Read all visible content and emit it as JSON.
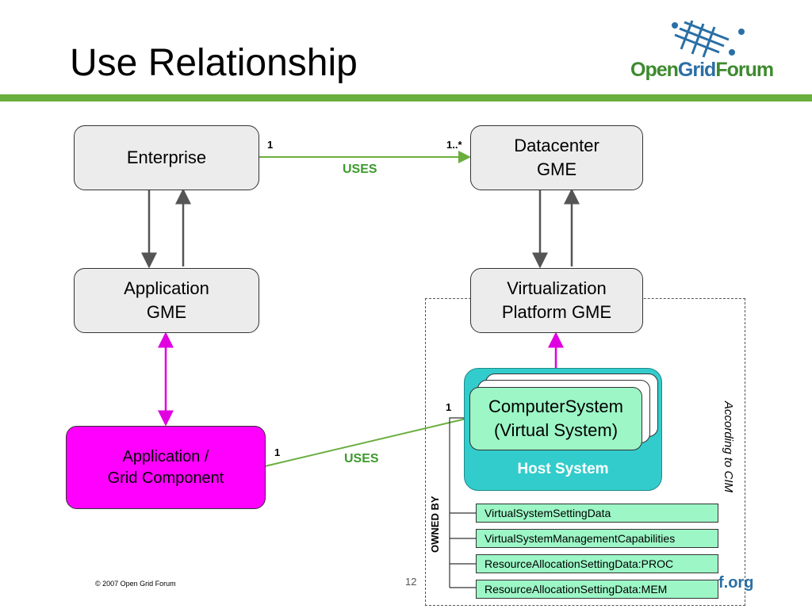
{
  "title": "Use Relationship",
  "logo": {
    "part1": "Open",
    "part2": "Grid",
    "part3": "Forum"
  },
  "boxes": {
    "enterprise": "Enterprise",
    "datacenter": "Datacenter\nGME",
    "application_gme": "Application\nGME",
    "virtualization": "Virtualization\nPlatform GME",
    "app_grid": "Application /\nGrid Component",
    "computer_system": "ComputerSystem\n(Virtual System)",
    "host_system": "Host System"
  },
  "settings": [
    "VirtualSystemSettingData",
    "VirtualSystemManagementCapabilities",
    "ResourceAllocationSettingData:PROC",
    "ResourceAllocationSettingData:MEM"
  ],
  "labels": {
    "uses_top": "USES",
    "uses_bottom": "USES",
    "mult_enterprise": "1",
    "mult_datacenter": "1..*",
    "mult_app": "1",
    "mult_cs": "1",
    "owned_by": "OWNED BY",
    "according": "According to CIM"
  },
  "footer": {
    "copyright": "© 2007 Open Grid Forum",
    "page": "12",
    "org": "f.org"
  },
  "colors": {
    "green": "#6aae3e",
    "magenta": "#ff00ff",
    "teal": "#33cccc",
    "mint": "#9cf6c6"
  }
}
